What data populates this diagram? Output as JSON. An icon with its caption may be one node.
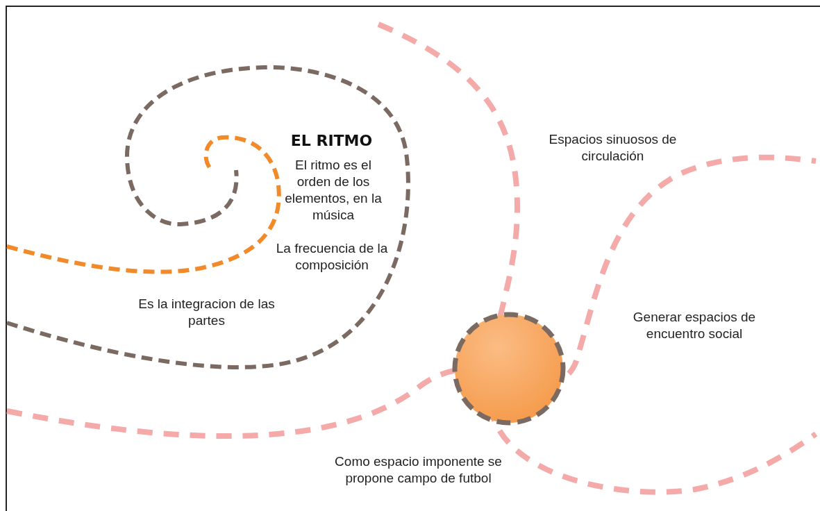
{
  "diagram": {
    "title": "EL RITMO",
    "nodes": [
      {
        "text": [],
        "shape": "circle"
      }
    ],
    "labels": [
      "El ritmo es el orden de los elementos, en la música",
      "La frecuencia de la composición",
      "Es la integracion de las partes",
      "Espacios sinuosos de circulación",
      "Generar espacios de encuentro social",
      "Como espacio imponente se propone campo de futbol"
    ]
  }
}
